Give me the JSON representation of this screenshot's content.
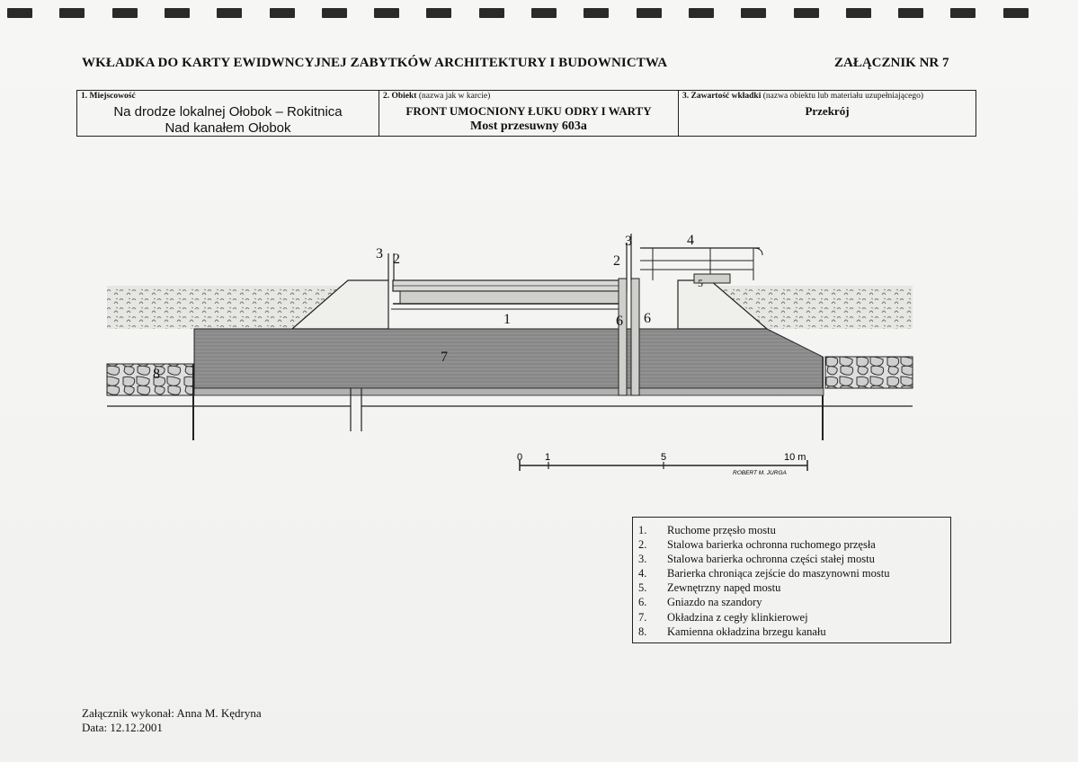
{
  "document": {
    "title": "WKŁADKA DO KARTY EWIDWNCYJNEJ ZABYTKÓW ARCHITEKTURY I BUDOWNICTWA",
    "annex": "ZAŁĄCZNIK NR 7"
  },
  "header": {
    "locality": {
      "label": "1. Miejscowość",
      "line1": "Na drodze lokalnej Ołobok – Rokitnica",
      "line2": "Nad kanałem Ołobok"
    },
    "object": {
      "label_bold": "2. Obiekt",
      "label_note": " (nazwa jak w karcie)",
      "line1": "FRONT UMOCNIONY ŁUKU ODRY I WARTY",
      "line2": "Most przesuwny 603a"
    },
    "contents": {
      "label_bold": "3. Zawartość wkładki",
      "label_note": " (nazwa obiektu lub materiału uzupełniającego)",
      "line1": "Przekrój"
    }
  },
  "drawing": {
    "callouts": [
      "1",
      "2",
      "3",
      "4",
      "5",
      "6",
      "7",
      "8"
    ],
    "scale": {
      "ticks": [
        "0",
        "1",
        "5",
        "10 m"
      ],
      "author": "ROBERT M. JURGA"
    }
  },
  "legend": {
    "items": [
      {
        "num": "1.",
        "text": "Ruchome przęsło mostu"
      },
      {
        "num": "2.",
        "text": "Stalowa barierka ochronna ruchomego przęsła"
      },
      {
        "num": "3.",
        "text": "Stalowa barierka ochronna części stałej mostu"
      },
      {
        "num": "4.",
        "text": "Barierka chroniąca zejście do maszynowni mostu"
      },
      {
        "num": "5.",
        "text": "Zewnętrzny napęd mostu"
      },
      {
        "num": "6.",
        "text": "Gniazdo na szandory"
      },
      {
        "num": "7.",
        "text": "Okładzina z cegły klinkierowej"
      },
      {
        "num": "8.",
        "text": "Kamienna okładzina brzegu kanału"
      }
    ]
  },
  "footer": {
    "author": "Załącznik wykonał: Anna M. Kędryna",
    "date": "Data: 12.12.2001"
  }
}
